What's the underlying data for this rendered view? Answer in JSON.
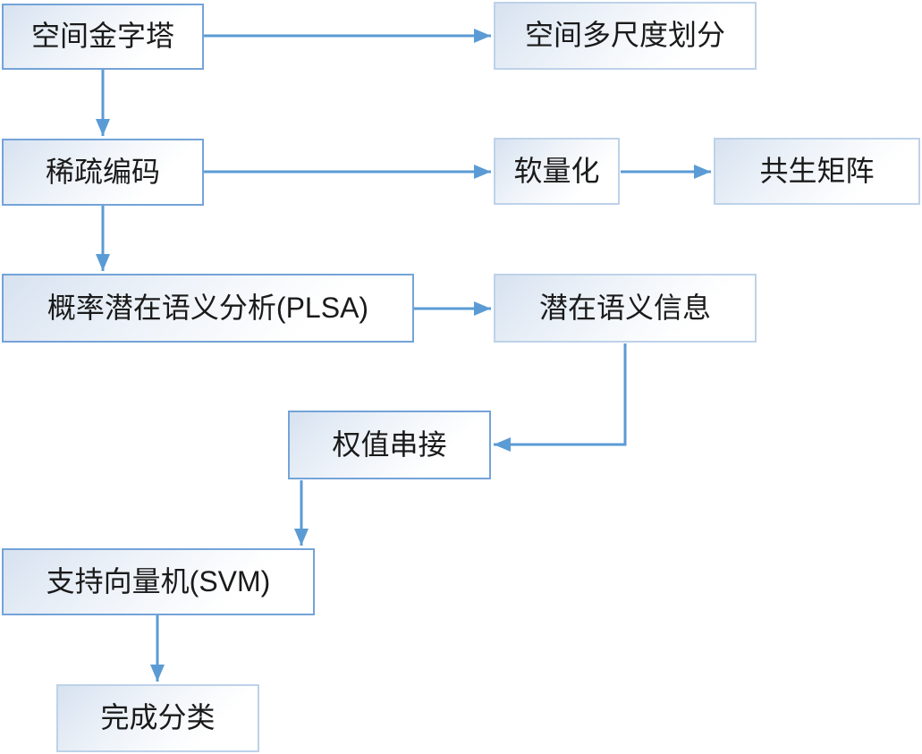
{
  "diagram": {
    "type": "flowchart",
    "nodes": [
      {
        "id": "spatial-pyramid",
        "label": "空间金字塔",
        "style": "primary"
      },
      {
        "id": "multiscale-partition",
        "label": "空间多尺度划分",
        "style": "light"
      },
      {
        "id": "sparse-coding",
        "label": "稀疏编码",
        "style": "primary"
      },
      {
        "id": "soft-quantization",
        "label": "软量化",
        "style": "light"
      },
      {
        "id": "cooccurrence-matrix",
        "label": "共生矩阵",
        "style": "light"
      },
      {
        "id": "plsa",
        "label": "概率潜在语义分析(PLSA)",
        "style": "primary"
      },
      {
        "id": "latent-semantic-info",
        "label": "潜在语义信息",
        "style": "light"
      },
      {
        "id": "weight-concatenation",
        "label": "权值串接",
        "style": "primary"
      },
      {
        "id": "svm",
        "label": "支持向量机(SVM)",
        "style": "primary"
      },
      {
        "id": "classification-done",
        "label": "完成分类",
        "style": "light"
      }
    ],
    "edges": [
      {
        "from": "spatial-pyramid",
        "to": "multiscale-partition",
        "direction": "right"
      },
      {
        "from": "spatial-pyramid",
        "to": "sparse-coding",
        "direction": "down"
      },
      {
        "from": "sparse-coding",
        "to": "soft-quantization",
        "direction": "right"
      },
      {
        "from": "soft-quantization",
        "to": "cooccurrence-matrix",
        "direction": "right"
      },
      {
        "from": "sparse-coding",
        "to": "plsa",
        "direction": "down"
      },
      {
        "from": "plsa",
        "to": "latent-semantic-info",
        "direction": "right"
      },
      {
        "from": "latent-semantic-info",
        "to": "weight-concatenation",
        "direction": "down-then-left"
      },
      {
        "from": "weight-concatenation",
        "to": "svm",
        "direction": "down"
      },
      {
        "from": "svm",
        "to": "classification-done",
        "direction": "down"
      }
    ],
    "colors": {
      "arrow": "#5B9BD5",
      "primary_border": "#74A3D8",
      "light_border": "#BDD2E9",
      "box_fill_start": "#D7E2F0",
      "box_fill_end": "#FFFFFF",
      "text": "#1A1A1A",
      "background": "#FFFFFF"
    }
  }
}
